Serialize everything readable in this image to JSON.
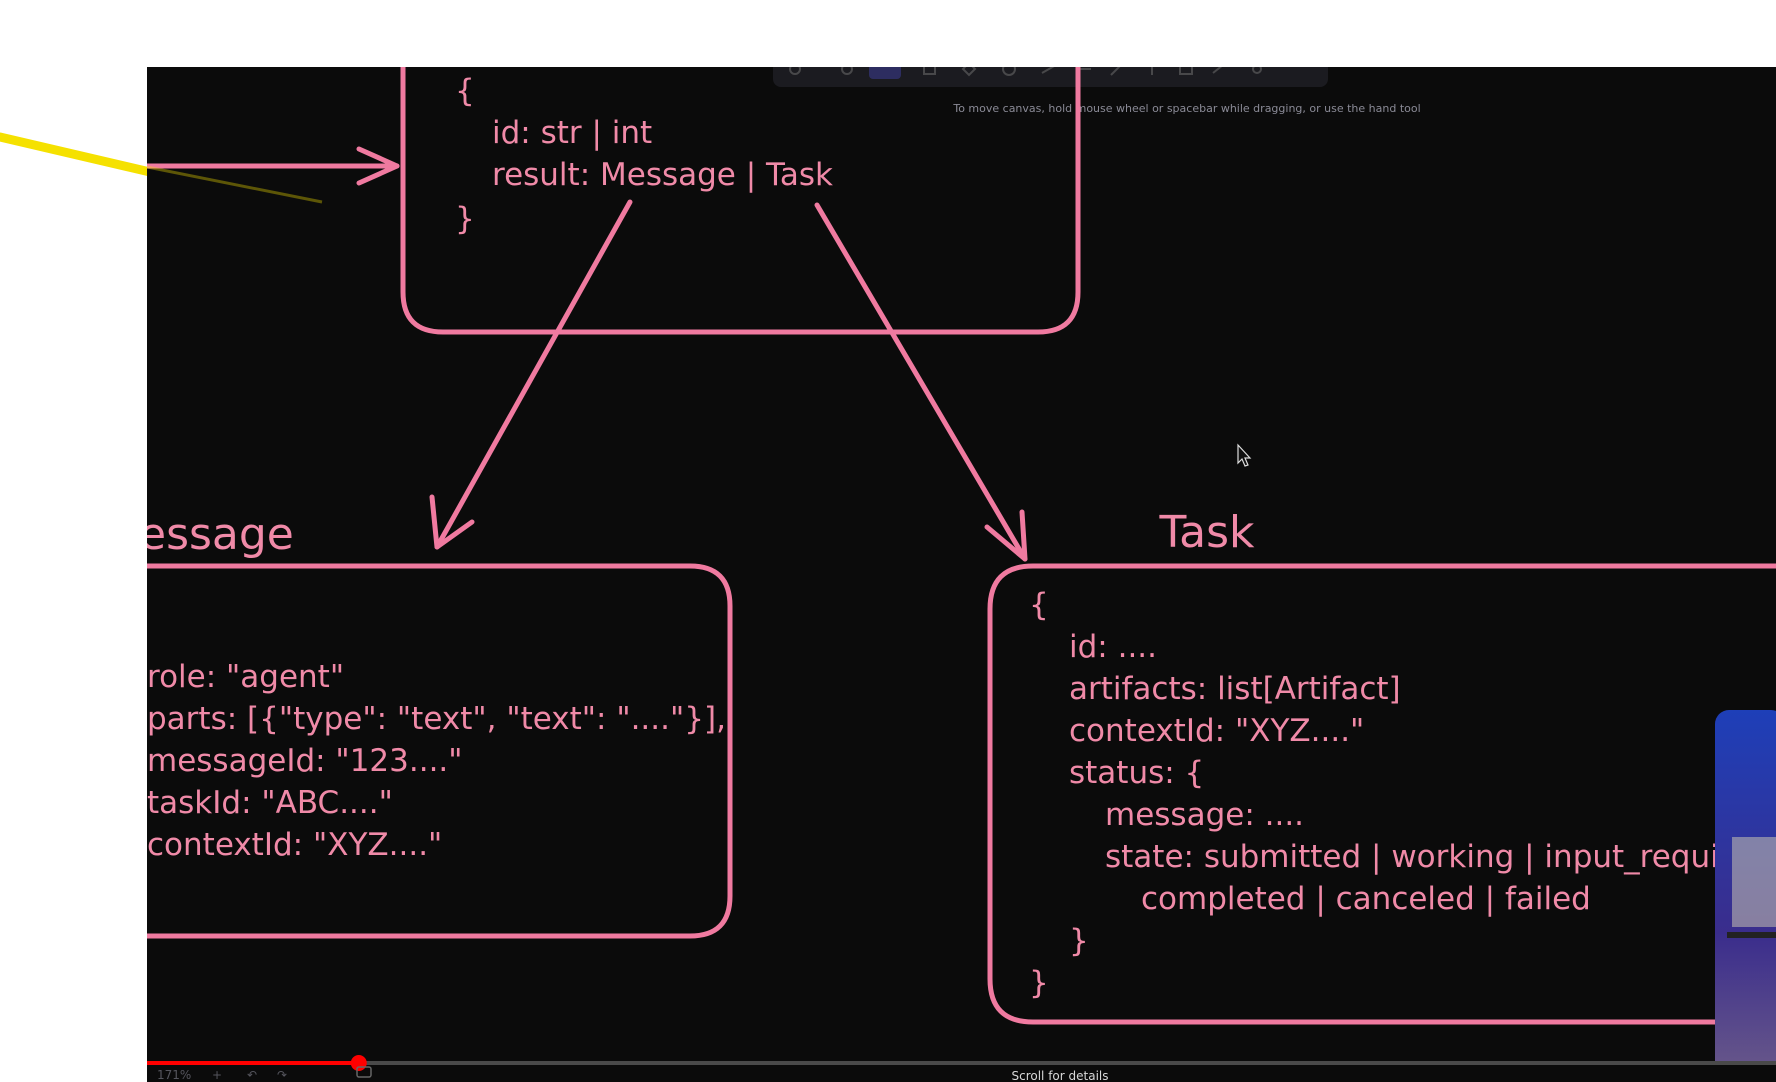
{
  "toolbar": {
    "hint": "To move canvas, hold mouse wheel or spacebar while dragging, or use the hand tool"
  },
  "top_box": {
    "lines": [
      "{",
      "id: str | int",
      "result: Message | Task",
      "}"
    ]
  },
  "message": {
    "heading": "essage",
    "lines": [
      "role: \"agent\"",
      "parts: [{\"type\": \"text\", \"text\": \"....\"}],",
      "messageId: \"123....\"",
      "taskId: \"ABC....\"",
      "contextId: \"XYZ....\""
    ]
  },
  "task": {
    "heading": "Task",
    "lines": [
      "{",
      "id: ....",
      "artifacts: list[Artifact]",
      "contextId: \"XYZ....\"",
      "status: {",
      "message: ....",
      "state: submitted | working | input_requir",
      "completed | canceled | failed",
      "}",
      "}"
    ]
  },
  "player": {
    "zoom": "171%",
    "scroll_hint": "Scroll for details",
    "progress": 0.13
  },
  "colors": {
    "accent": "#f07aa0",
    "text": "#f08aa8",
    "background": "#0b0b0b",
    "progress": "#ff0000",
    "pointer_line": "#f5e100"
  }
}
